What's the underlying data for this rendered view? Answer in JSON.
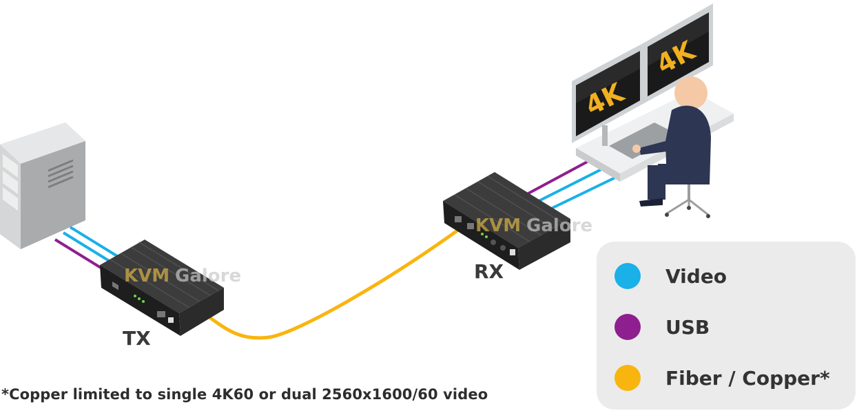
{
  "labels": {
    "tx": "TX",
    "rx": "RX",
    "screen_left": "4K",
    "screen_right": "4K"
  },
  "watermark": {
    "prefix": "KVM",
    "suffix": "Galore"
  },
  "legend": {
    "items": [
      {
        "label": "Video",
        "color": "#1ab0e8"
      },
      {
        "label": "USB",
        "color": "#8e1f8e"
      },
      {
        "label": "Fiber / Copper*",
        "color": "#f9b50f"
      }
    ]
  },
  "footnote": "*Copper limited to single 4K60 or dual 2560x1600/60 video",
  "colors": {
    "video": "#1ab0e8",
    "usb": "#8e1f8e",
    "fiber": "#f9b50f",
    "box": "#2a2a2a",
    "legend_bg": "#ebebeb",
    "screen_text": "#f0b020"
  }
}
